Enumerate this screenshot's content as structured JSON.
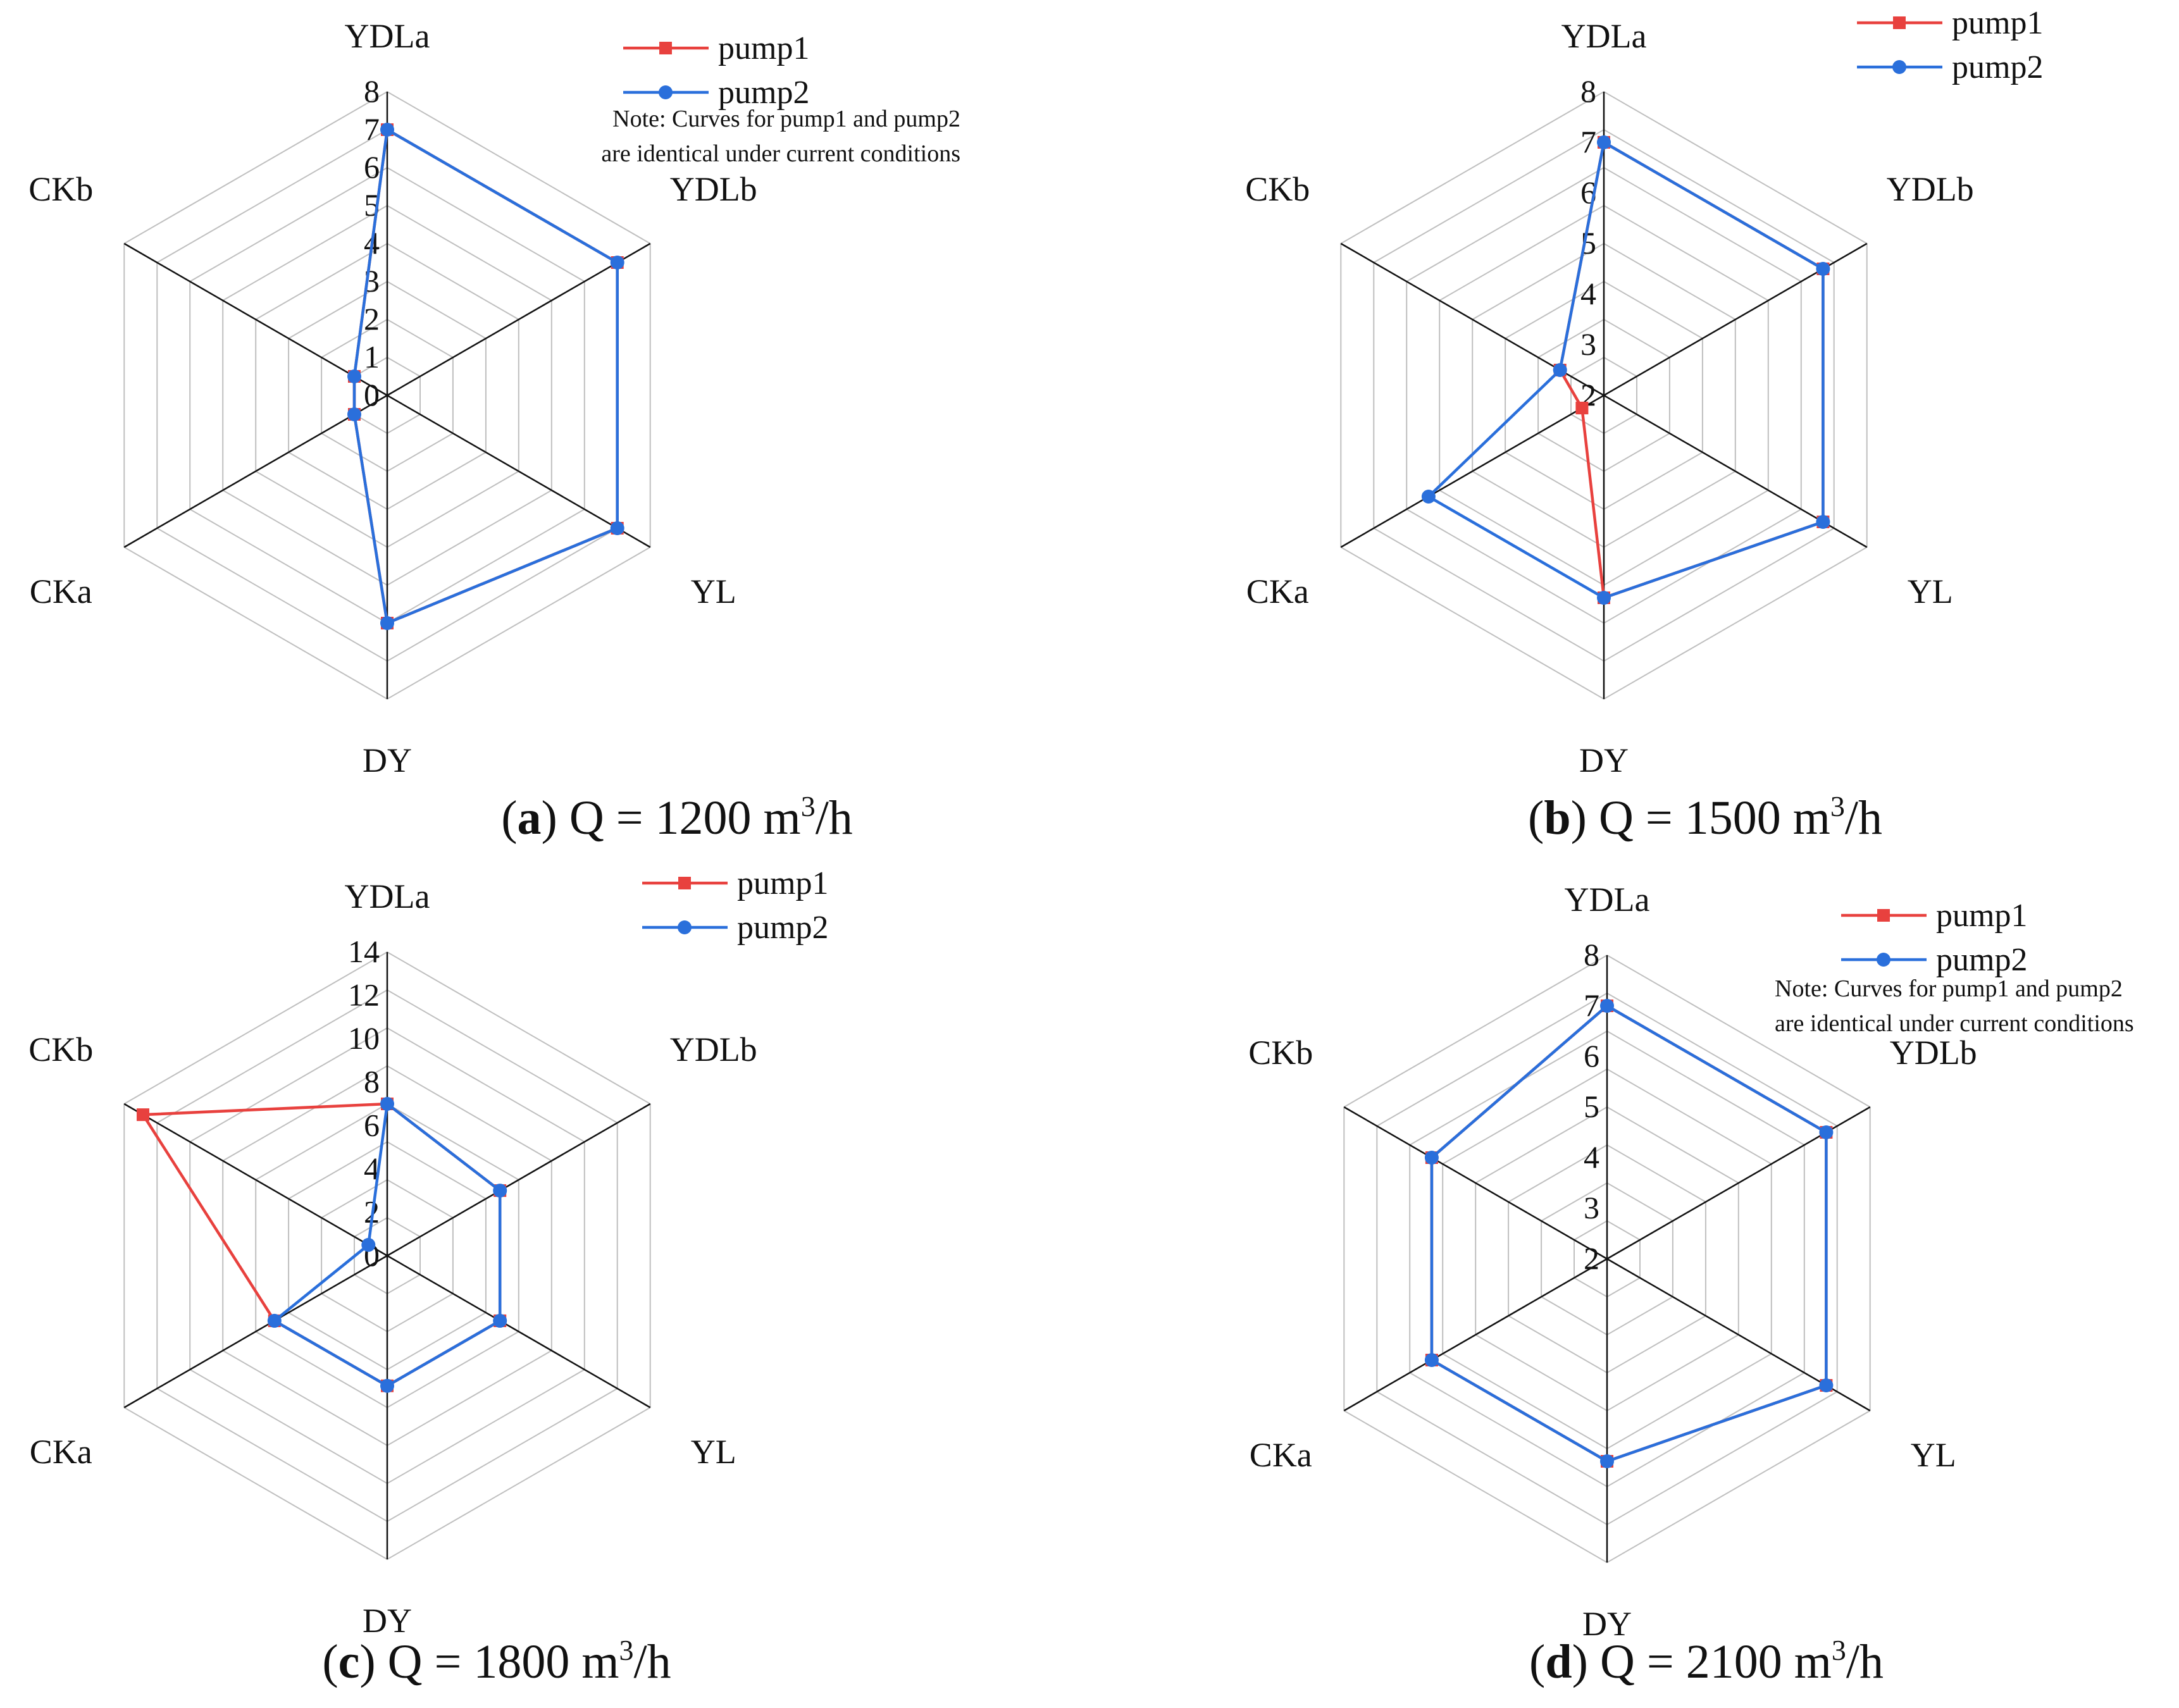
{
  "colors": {
    "pump1": "#e8413e",
    "pump2": "#2a6fdb",
    "grid": "#bfbfbf",
    "spoke": "#111111"
  },
  "chart_data": [
    {
      "type": "radar",
      "panel_label": "a",
      "caption_text": " Q = 1200 m",
      "caption_sup": "3",
      "caption_tail": "/h",
      "axes": [
        "YDLa",
        "YDLb",
        "YL",
        "DY",
        "CKa",
        "CKb"
      ],
      "r_range": [
        0,
        8
      ],
      "r_ticks": [
        "0",
        "1",
        "2",
        "3",
        "4",
        "5",
        "6",
        "7",
        "8"
      ],
      "series": [
        {
          "name": "pump1",
          "values": [
            7,
            7,
            7,
            6,
            1,
            1
          ]
        },
        {
          "name": "pump2",
          "values": [
            7,
            7,
            7,
            6,
            1,
            1
          ]
        }
      ],
      "note": [
        "Note: Curves for pump1 and pump2",
        "are identical under current conditions"
      ]
    },
    {
      "type": "radar",
      "panel_label": "b",
      "caption_text": " Q = 1500 m",
      "caption_sup": "3",
      "caption_tail": "/h",
      "axes": [
        "YDLa",
        "YDLb",
        "YL",
        "DY",
        "CKa",
        "CKb"
      ],
      "r_range": [
        2,
        8
      ],
      "r_ticks": [
        "2",
        "3",
        "4",
        "5",
        "6",
        "7",
        "8"
      ],
      "series": [
        {
          "name": "pump1",
          "values": [
            7,
            7,
            7,
            6,
            2.5,
            3
          ]
        },
        {
          "name": "pump2",
          "values": [
            7,
            7,
            7,
            6,
            6,
            3
          ]
        }
      ],
      "note": []
    },
    {
      "type": "radar",
      "panel_label": "c",
      "caption_text": " Q = 1800 m",
      "caption_sup": "3",
      "caption_tail": "/h",
      "axes": [
        "YDLa",
        "YDLb",
        "YL",
        "DY",
        "CKa",
        "CKb"
      ],
      "r_range": [
        0,
        14
      ],
      "r_ticks": [
        "0",
        "2",
        "4",
        "6",
        "8",
        "10",
        "12",
        "14"
      ],
      "series": [
        {
          "name": "pump1",
          "values": [
            7,
            6,
            6,
            6,
            6,
            13
          ]
        },
        {
          "name": "pump2",
          "values": [
            7,
            6,
            6,
            6,
            6,
            1
          ]
        }
      ],
      "note": []
    },
    {
      "type": "radar",
      "panel_label": "d",
      "caption_text": " Q = 2100 m",
      "caption_sup": "3",
      "caption_tail": "/h",
      "axes": [
        "YDLa",
        "YDLb",
        "YL",
        "DY",
        "CKa",
        "CKb"
      ],
      "r_range": [
        2,
        8
      ],
      "r_ticks": [
        "2",
        "3",
        "4",
        "5",
        "6",
        "7",
        "8"
      ],
      "series": [
        {
          "name": "pump1",
          "values": [
            7,
            7,
            7,
            6,
            6,
            6
          ]
        },
        {
          "name": "pump2",
          "values": [
            7,
            7,
            7,
            6,
            6,
            6
          ]
        }
      ],
      "note": [
        "Note: Curves for pump1 and pump2",
        "are identical under current conditions"
      ]
    }
  ]
}
